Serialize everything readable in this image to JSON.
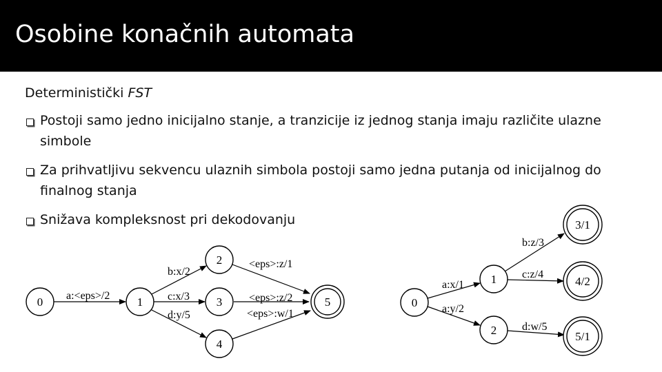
{
  "slide": {
    "title": "Osobine konačnih automata",
    "heading_text": "Deterministički ",
    "heading_emph": "FST",
    "bullets": [
      "Postoji samo jedno inicijalno stanje, a tranzicije iz jednog stanja imaju različite ulazne simbole",
      "Za prihvatljivu sekvencu ulaznih simbola postoji samo jedna putanja od inicijalnog do finalnog stanja",
      "Snižava kompleksnost pri dekodovanju"
    ]
  },
  "left_fst": {
    "states": [
      "0",
      "1",
      "2",
      "3",
      "4",
      "5"
    ],
    "arcs": [
      "a:<eps>/2",
      "b:x/2",
      "c:x/3",
      "d:y/5",
      "<eps>:z/1",
      "<eps>:z/2",
      "<eps>:w/1"
    ]
  },
  "right_fst": {
    "states": [
      "0",
      "1",
      "2",
      "3/1",
      "4/2",
      "5/1"
    ],
    "arcs": [
      "a:x/1",
      "a:y/2",
      "b:z/3",
      "c:z/4",
      "d:w/5"
    ]
  }
}
